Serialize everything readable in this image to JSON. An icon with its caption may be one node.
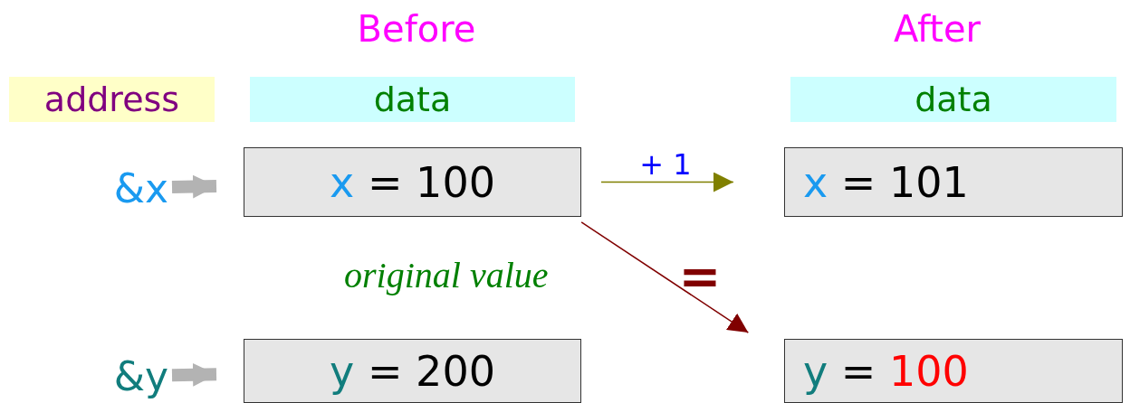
{
  "diagram": {
    "nodes": [
      {
        "text": [
          "address"
        ]
      },
      {
        "text": [
          "data"
        ]
      },
      {
        "text": [
          "data"
        ]
      },
      {
        "text": [
          "&x"
        ]
      },
      {
        "text": [
          "x = 100"
        ]
      },
      {
        "text": [
          "x = 101"
        ]
      },
      {
        "text": [
          "&y"
        ]
      },
      {
        "text": [
          "y = 200"
        ]
      },
      {
        "text": [
          "y = 100"
        ]
      }
    ],
    "edges": [
      {
        "from": 3,
        "to": 4,
        "arrow": "to",
        "style": "thick",
        "color": "#b3b3b3"
      },
      {
        "from": 4,
        "to": 5,
        "arrow": "to",
        "label": "+ 1",
        "color": "#808000"
      },
      {
        "from": 4,
        "to": 8,
        "arrow": "to",
        "color": "#800000"
      },
      {
        "from": 6,
        "to": 7,
        "arrow": "to",
        "style": "thick",
        "color": "#b3b3b3"
      }
    ],
    "labels": [
      "Before",
      "After",
      "original value",
      "="
    ]
  }
}
